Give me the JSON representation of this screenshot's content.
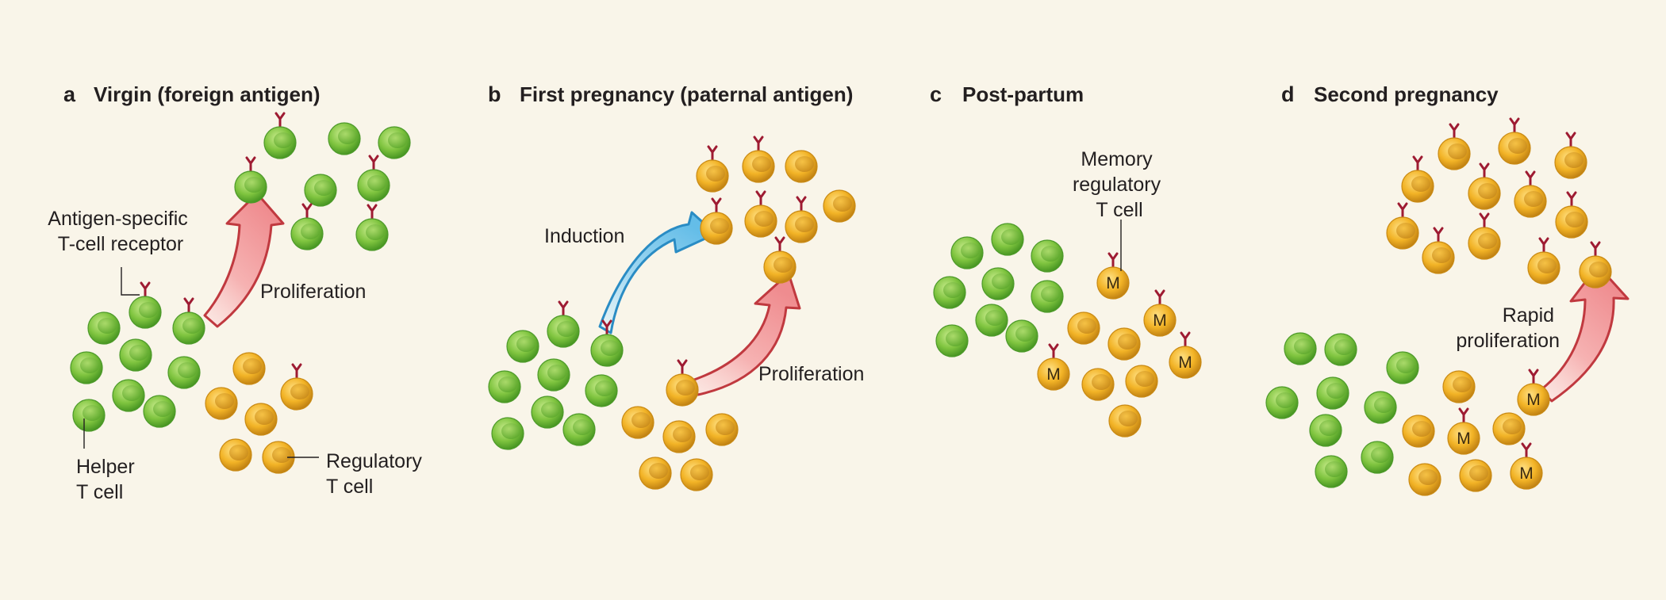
{
  "panels": [
    {
      "letter": "a",
      "title": "Virgin (foreign antigen)"
    },
    {
      "letter": "b",
      "title": "First pregnancy (paternal antigen)"
    },
    {
      "letter": "c",
      "title": "Post-partum"
    },
    {
      "letter": "d",
      "title": "Second pregnancy"
    }
  ],
  "labels": {
    "antigen_receptor": [
      "Antigen-specific",
      "T-cell receptor"
    ],
    "helper": [
      "Helper",
      "T cell"
    ],
    "regulatory": [
      "Regulatory",
      "T cell"
    ],
    "proliferation_a": "Proliferation",
    "induction": "Induction",
    "proliferation_b": "Proliferation",
    "memory": [
      "Memory",
      "regulatory",
      "T cell"
    ],
    "rapid": [
      "Rapid",
      "proliferation"
    ]
  },
  "memory_marker": "M",
  "colors": {
    "background": "#f9f5e9",
    "helper_cell": "#7cc242",
    "regulatory_cell": "#f0b323",
    "receptor": "#9e1b32",
    "proliferation_arrow": "#f4a3a5",
    "induction_arrow": "#8fd0ef"
  }
}
